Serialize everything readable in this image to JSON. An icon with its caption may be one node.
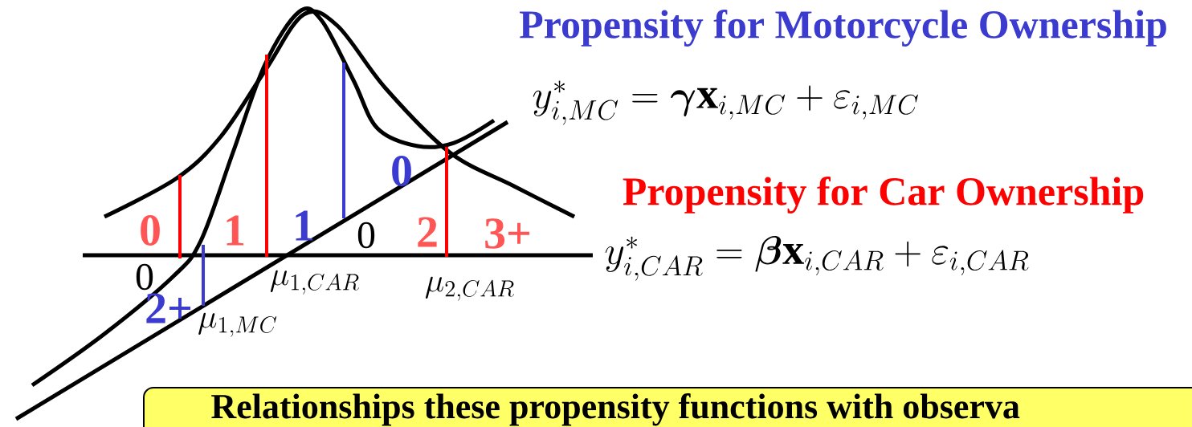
{
  "diagram": {
    "nodes": [
      {
        "text": [
          "Relationships these propensity functions with observa"
        ]
      }
    ],
    "edges": [],
    "labels": [
      "Propensity for Motorcycle Ownership",
      "y^{*}_{i,MC} = \\boldsymbol{\\gamma}\\mathbf{x}_{i,MC} + \\varepsilon_{i,MC}",
      "0",
      "Propensity for Car Ownership",
      "0",
      "1",
      "1",
      "0",
      "2",
      "3+",
      "y^{*}_{i,CAR} = \\boldsymbol{\\beta}\\mathbf{x}_{i,CAR} + \\varepsilon_{i,CAR}",
      "0",
      "\\mu_{1,CAR}",
      "\\mu_{2,CAR}",
      "2+",
      "\\mu_{1,MC}"
    ]
  }
}
